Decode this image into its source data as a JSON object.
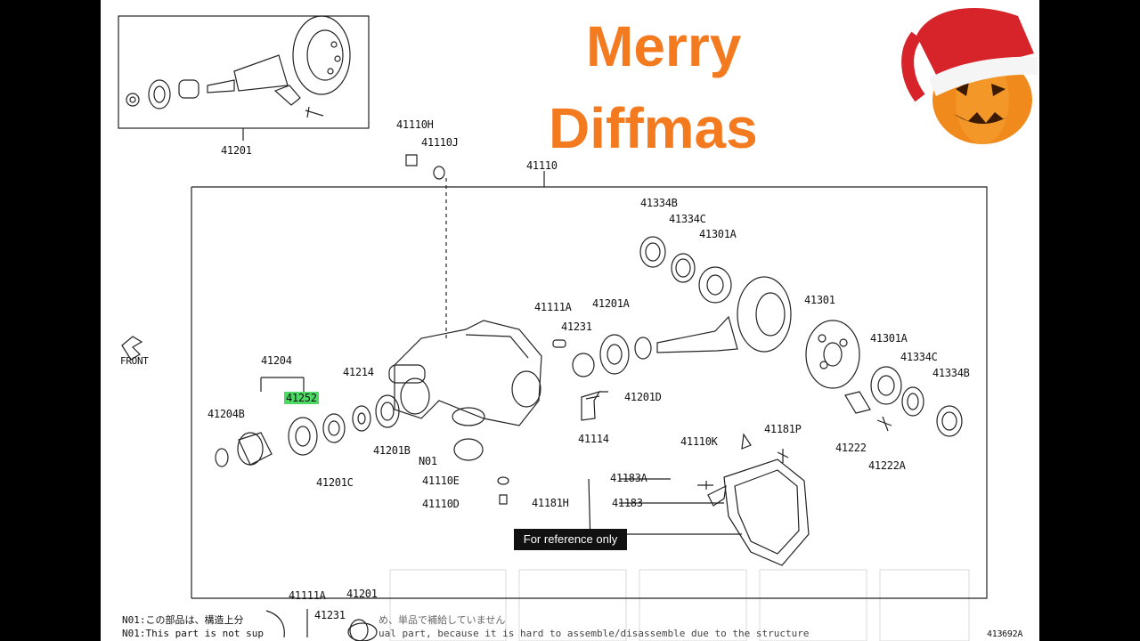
{
  "overlay": {
    "title_line1": "Merry",
    "title_line2": "Diffmas",
    "tooltip": "For reference only",
    "icon": "santa-hat-pumpkin-icon"
  },
  "diagram": {
    "front_label": "FRONT",
    "figure_id": "413692A",
    "inset_part": "41201",
    "assembly_part": "41110",
    "parts": {
      "p41110H": "41110H",
      "p41110J": "41110J",
      "p41334B_top": "41334B",
      "p41334C_top": "41334C",
      "p41301A_top": "41301A",
      "p41111A": "41111A",
      "p41201A": "41201A",
      "p41231": "41231",
      "p41301": "41301",
      "p41204": "41204",
      "p41252": "41252",
      "p41214": "41214",
      "p41204B": "41204B",
      "p41201B": "41201B",
      "p41201C": "41201C",
      "p41201D": "41201D",
      "p41114": "41114",
      "p41301A_right": "41301A",
      "p41334C_right": "41334C",
      "p41334B_right": "41334B",
      "p41222": "41222",
      "p41222A": "41222A",
      "p41110K": "41110K",
      "p41181P": "41181P",
      "pN01": "N01",
      "p41110E": "41110E",
      "p41110D": "41110D",
      "p41183A": "41183A",
      "p41181H": "41181H",
      "p41183": "41183",
      "p41111A_bottom": "41111A",
      "p41201_bottom": "41201",
      "p41231_bottom": "41231"
    },
    "notes": {
      "jp": "N01:この部品は、構造上分",
      "en": "N01:This part is not sup",
      "jp_tail": "め、単品で補給していません",
      "en_tail": "ual part, because it is hard to assemble/disassemble due to the structure"
    }
  }
}
